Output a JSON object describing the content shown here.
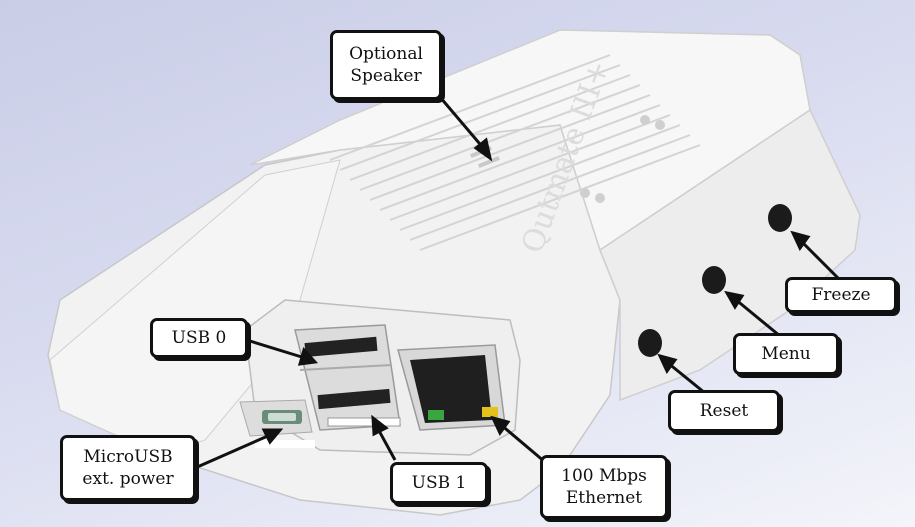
{
  "callouts": {
    "speaker": "Optional\nSpeaker",
    "usb0": "USB 0",
    "usb1": "USB 1",
    "microusb": "MicroUSB\next. power",
    "ethernet": "100 Mbps\nEthernet",
    "reset": "Reset",
    "menu": "Menu",
    "freeze": "Freeze"
  },
  "case_engraving": "Qutmate III+",
  "colors": {
    "case": "#f4f4f4",
    "case_shadow": "#dcdcdc",
    "callout_border": "#111111",
    "led_green": "#3aa640",
    "led_yellow": "#e4c21a"
  }
}
